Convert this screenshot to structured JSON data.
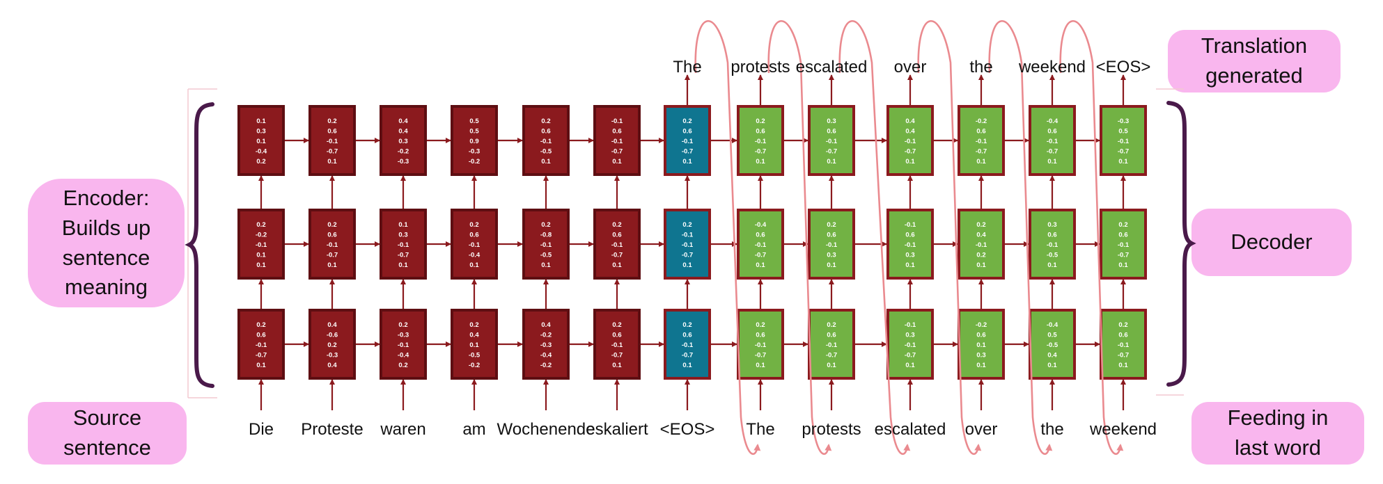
{
  "labels": {
    "encoder": [
      "Encoder:",
      "Builds up",
      "sentence",
      "meaning"
    ],
    "source": [
      "Source",
      "sentence"
    ],
    "translation": [
      "Translation",
      "generated"
    ],
    "decoder": "Decoder",
    "feeding": [
      "Feeding in",
      "last word"
    ]
  },
  "source_words": [
    "Die",
    "Proteste",
    "waren",
    "am",
    "Wochenende",
    "eskaliert",
    "<EOS>",
    "The",
    "protests",
    "escalated",
    "over",
    "the",
    "weekend"
  ],
  "output_words": [
    "The",
    "protests",
    "escalated",
    "over",
    "the",
    "weekend",
    "<EOS>"
  ],
  "cell_types": [
    "encoder",
    "encoder",
    "encoder",
    "encoder",
    "encoder",
    "encoder",
    "eos",
    "decoder",
    "decoder",
    "decoder",
    "decoder",
    "decoder",
    "decoder"
  ],
  "cells": {
    "top": [
      [
        "0.1",
        "0.3",
        "0.1",
        "-0.4",
        "0.2"
      ],
      [
        "0.2",
        "0.6",
        "-0.1",
        "-0.7",
        "0.1"
      ],
      [
        "0.4",
        "0.4",
        "0.3",
        "-0.2",
        "-0.3"
      ],
      [
        "0.5",
        "0.5",
        "0.9",
        "-0.3",
        "-0.2"
      ],
      [
        "0.2",
        "0.6",
        "-0.1",
        "-0.5",
        "0.1"
      ],
      [
        "-0.1",
        "0.6",
        "-0.1",
        "-0.7",
        "0.1"
      ],
      [
        "0.2",
        "0.6",
        "-0.1",
        "-0.7",
        "0.1"
      ],
      [
        "0.2",
        "0.6",
        "-0.1",
        "-0.7",
        "0.1"
      ],
      [
        "0.3",
        "0.6",
        "-0.1",
        "-0.7",
        "0.1"
      ],
      [
        "0.4",
        "0.4",
        "-0.1",
        "-0.7",
        "0.1"
      ],
      [
        "-0.2",
        "0.6",
        "-0.1",
        "-0.7",
        "0.1"
      ],
      [
        "-0.4",
        "0.6",
        "-0.1",
        "-0.7",
        "0.1"
      ],
      [
        "-0.3",
        "0.5",
        "-0.1",
        "-0.7",
        "0.1"
      ]
    ],
    "middle": [
      [
        "0.2",
        "-0.2",
        "-0.1",
        "0.1",
        "0.1"
      ],
      [
        "0.2",
        "0.6",
        "-0.1",
        "-0.7",
        "0.1"
      ],
      [
        "0.1",
        "0.3",
        "-0.1",
        "-0.7",
        "0.1"
      ],
      [
        "0.2",
        "0.6",
        "-0.1",
        "-0.4",
        "0.1"
      ],
      [
        "0.2",
        "-0.8",
        "-0.1",
        "-0.5",
        "0.1"
      ],
      [
        "0.2",
        "0.6",
        "-0.1",
        "-0.7",
        "0.1"
      ],
      [
        "0.2",
        "-0.1",
        "-0.1",
        "-0.7",
        "0.1"
      ],
      [
        "-0.4",
        "0.6",
        "-0.1",
        "-0.7",
        "0.1"
      ],
      [
        "0.2",
        "0.6",
        "-0.1",
        "0.3",
        "0.1"
      ],
      [
        "-0.1",
        "0.6",
        "-0.1",
        "0.3",
        "0.1"
      ],
      [
        "0.2",
        "0.4",
        "-0.1",
        "0.2",
        "0.1"
      ],
      [
        "0.3",
        "0.6",
        "-0.1",
        "-0.5",
        "0.1"
      ],
      [
        "0.2",
        "0.6",
        "-0.1",
        "-0.7",
        "0.1"
      ]
    ],
    "bottom": [
      [
        "0.2",
        "0.6",
        "-0.1",
        "-0.7",
        "0.1"
      ],
      [
        "0.4",
        "-0.6",
        "0.2",
        "-0.3",
        "0.4"
      ],
      [
        "0.2",
        "-0.3",
        "-0.1",
        "-0.4",
        "0.2"
      ],
      [
        "0.2",
        "0.4",
        "0.1",
        "-0.5",
        "-0.2"
      ],
      [
        "0.4",
        "-0.2",
        "-0.3",
        "-0.4",
        "-0.2"
      ],
      [
        "0.2",
        "0.6",
        "-0.1",
        "-0.7",
        "0.1"
      ],
      [
        "0.2",
        "0.6",
        "-0.1",
        "-0.7",
        "0.1"
      ],
      [
        "0.2",
        "0.6",
        "-0.1",
        "-0.7",
        "0.1"
      ],
      [
        "0.2",
        "0.6",
        "-0.1",
        "-0.7",
        "0.1"
      ],
      [
        "-0.1",
        "0.3",
        "-0.1",
        "-0.7",
        "0.1"
      ],
      [
        "-0.2",
        "0.6",
        "0.1",
        "0.3",
        "0.1"
      ],
      [
        "-0.4",
        "0.5",
        "-0.5",
        "0.4",
        "0.1"
      ],
      [
        "0.2",
        "0.6",
        "-0.1",
        "-0.7",
        "0.1"
      ]
    ]
  },
  "colors": {
    "encoder_fill": "#8b1a1e",
    "encoder_border": "#5e0e12",
    "eos_fill": "#0f7590",
    "decoder_fill": "#72b244",
    "connector": "#8b1a1e",
    "feedback_loop": "#ea8a8f",
    "bracket": "#4a1a4a",
    "pill": "#f9b6ee"
  }
}
